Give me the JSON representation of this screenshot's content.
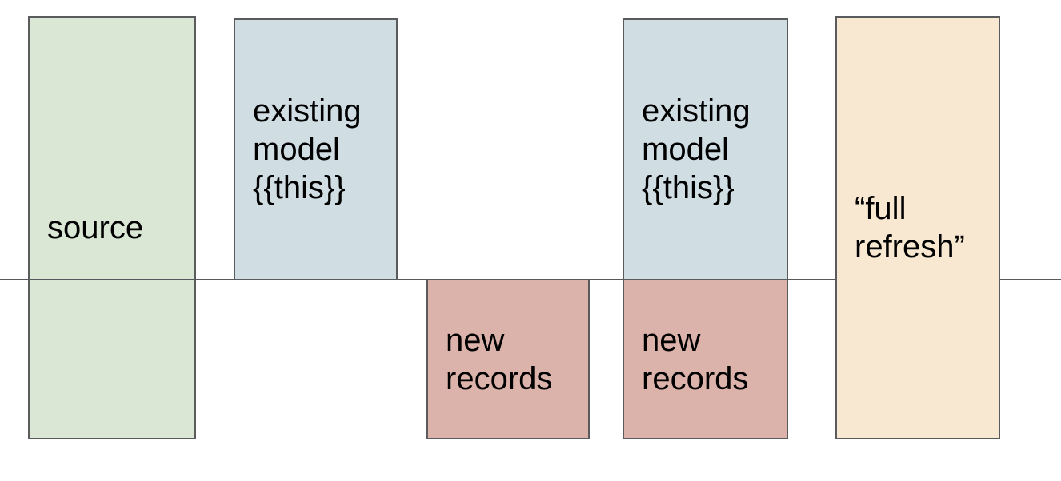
{
  "diagram": {
    "description": "Incremental model diagram: source and existing model above/below a timeline cutoff line, with new records and full refresh",
    "background_color": "#ffffff",
    "timeline": {
      "color": "#56585b"
    },
    "border_color": "#5a5b5d",
    "text_color": "#000000",
    "boxes": [
      {
        "name": "source",
        "lines": [
          "source"
        ],
        "fill": "#dbe7d5"
      },
      {
        "name": "existing-model-left",
        "lines": [
          "existing",
          "model",
          "{{this}}"
        ],
        "fill": "#d0dde3"
      },
      {
        "name": "new-records-left",
        "lines": [
          "new",
          "records"
        ],
        "fill": "#dcb3aa"
      },
      {
        "name": "existing-model-right",
        "lines": [
          "existing",
          "model",
          "{{this}}"
        ],
        "fill": "#d0dde3"
      },
      {
        "name": "new-records-right",
        "lines": [
          "new",
          "records"
        ],
        "fill": "#dcb3aa"
      },
      {
        "name": "full-refresh",
        "lines": [
          "“full",
          "refresh”"
        ],
        "fill": "#f8e7d1"
      }
    ]
  }
}
